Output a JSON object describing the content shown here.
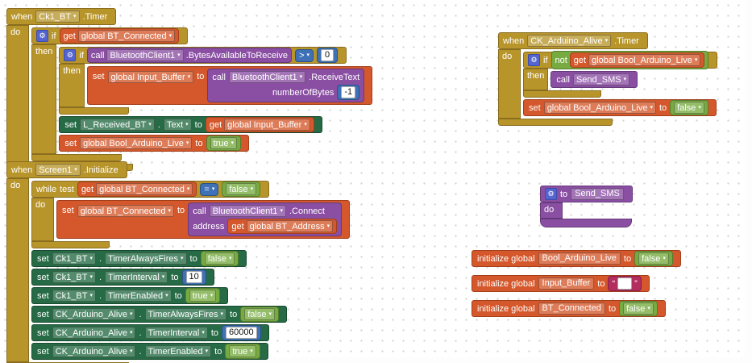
{
  "colors": {
    "event_gold": "#b8952b",
    "variables_orange": "#d4582b",
    "procedures_purple": "#8a4fa3",
    "component_setter_green": "#266b45",
    "logic_green": "#77ab41",
    "math_blue": "#3e71b5",
    "text_pink": "#b32d5e",
    "mutator_gear_blue": "#5565cf"
  },
  "icons": {
    "dropdown_arrow": "▾",
    "mutator_gear": "⚙",
    "quote_open": "“",
    "quote_close": "”"
  },
  "keywords": {
    "when": "when",
    "do": "do",
    "if": "if",
    "then": "then",
    "set": "set",
    "get": "get",
    "to": "to",
    "call": "call",
    "not": "not",
    "while": "while",
    "test": "test",
    "initialize_global": "initialize global",
    "dot": "."
  },
  "when_ck1_bt": {
    "component": "Ck1_BT",
    "event": ".Timer",
    "outer_if": {
      "condition_var": "global BT_Connected"
    },
    "inner_if": {
      "call_component": "BluetoothClient1",
      "call_method": ".BytesAvailableToReceive",
      "operator": ">",
      "compare_value": "0",
      "set_var": "global Input_Buffer",
      "receive_component": "BluetoothClient1",
      "receive_method": ".ReceiveText",
      "receive_param": "numberOfBytes",
      "receive_param_value": "-1"
    },
    "set_label_text": {
      "component": "L_Received_BT",
      "property": "Text",
      "value_var": "global Input_Buffer"
    },
    "set_alive": {
      "var": "global Bool_Arduino_Live",
      "value": "true"
    }
  },
  "when_arduino_alive": {
    "component": "CK_Arduino_Alive",
    "event": ".Timer",
    "if": {
      "not_var": "global Bool_Arduino_Live",
      "call_procedure": "Send_SMS"
    },
    "set_alive": {
      "var": "global Bool_Arduino_Live",
      "value": "false"
    }
  },
  "when_screen1": {
    "component": "Screen1",
    "event": ".Initialize",
    "while": {
      "test_var": "global BT_Connected",
      "operator": "=",
      "test_value": "false",
      "set_var": "global BT_Connected",
      "call_component": "BluetoothClient1",
      "call_method": ".Connect",
      "param": "address",
      "param_var": "global BT_Address"
    },
    "setters": [
      {
        "component": "Ck1_BT",
        "property": "TimerAlwaysFires",
        "value": "false"
      },
      {
        "component": "Ck1_BT",
        "property": "TimerInterval",
        "value": "10"
      },
      {
        "component": "Ck1_BT",
        "property": "TimerEnabled",
        "value": "true"
      },
      {
        "component": "CK_Arduino_Alive",
        "property": "TimerAlwaysFires",
        "value": "false"
      },
      {
        "component": "CK_Arduino_Alive",
        "property": "TimerInterval",
        "value": "60000"
      },
      {
        "component": "CK_Arduino_Alive",
        "property": "TimerEnabled",
        "value": "true"
      }
    ]
  },
  "procedure_def": {
    "name": "Send_SMS"
  },
  "globals": [
    {
      "name": "Bool_Arduino_Live",
      "value": "false",
      "value_type": "logic"
    },
    {
      "name": "Input_Buffer",
      "value": "",
      "value_type": "text"
    },
    {
      "name": "BT_Connected",
      "value": "false",
      "value_type": "logic"
    }
  ]
}
